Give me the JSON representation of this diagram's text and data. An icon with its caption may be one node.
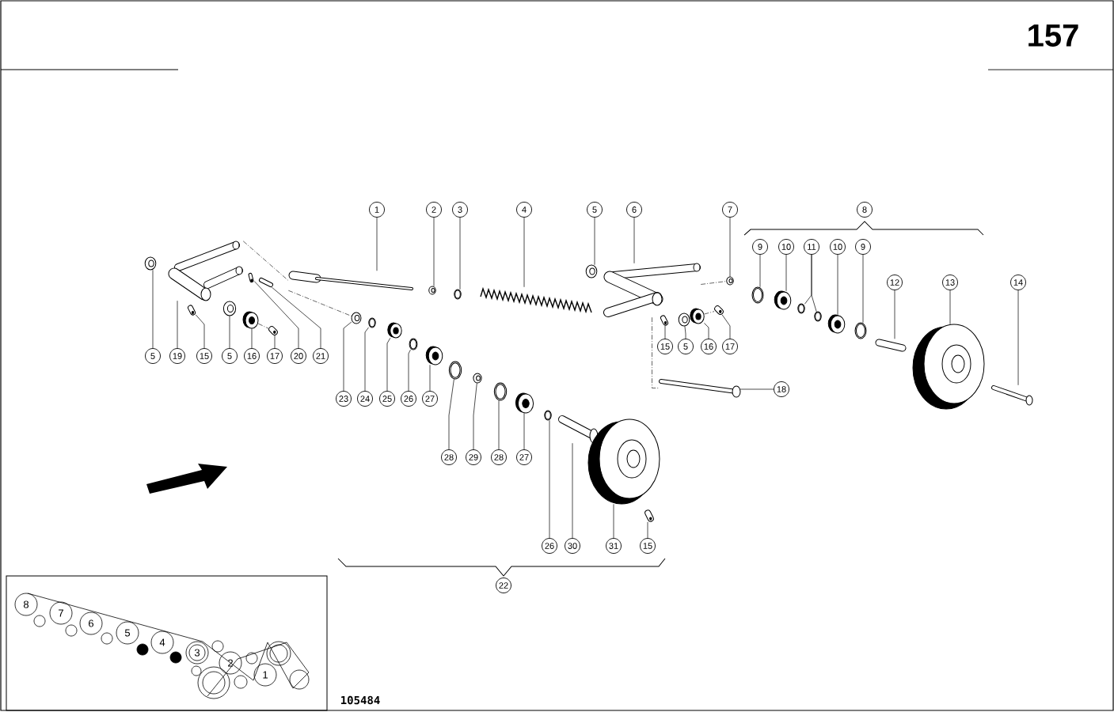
{
  "diagram": {
    "nodes": [
      {
        "text": [
          "1"
        ]
      },
      {
        "text": [
          "2"
        ]
      },
      {
        "text": [
          "3"
        ]
      },
      {
        "text": [
          "4"
        ]
      },
      {
        "text": [
          "5"
        ]
      },
      {
        "text": [
          "6"
        ]
      },
      {
        "text": [
          "7"
        ]
      },
      {
        "text": [
          "8"
        ]
      },
      {
        "text": [
          "9"
        ]
      },
      {
        "text": [
          "10"
        ]
      },
      {
        "text": [
          "11"
        ]
      },
      {
        "text": [
          "10"
        ]
      },
      {
        "text": [
          "9"
        ]
      },
      {
        "text": [
          "12"
        ]
      },
      {
        "text": [
          "13"
        ]
      },
      {
        "text": [
          "14"
        ]
      },
      {
        "text": [
          "5"
        ]
      },
      {
        "text": [
          "19"
        ]
      },
      {
        "text": [
          "15"
        ]
      },
      {
        "text": [
          "5"
        ]
      },
      {
        "text": [
          "16"
        ]
      },
      {
        "text": [
          "17"
        ]
      },
      {
        "text": [
          "20"
        ]
      },
      {
        "text": [
          "21"
        ]
      },
      {
        "text": [
          "23"
        ]
      },
      {
        "text": [
          "24"
        ]
      },
      {
        "text": [
          "25"
        ]
      },
      {
        "text": [
          "26"
        ]
      },
      {
        "text": [
          "27"
        ]
      },
      {
        "text": [
          "15"
        ]
      },
      {
        "text": [
          "5"
        ]
      },
      {
        "text": [
          "16"
        ]
      },
      {
        "text": [
          "17"
        ]
      },
      {
        "text": [
          "18"
        ]
      },
      {
        "text": [
          "28"
        ]
      },
      {
        "text": [
          "29"
        ]
      },
      {
        "text": [
          "28"
        ]
      },
      {
        "text": [
          "27"
        ]
      },
      {
        "text": [
          "26"
        ]
      },
      {
        "text": [
          "30"
        ]
      },
      {
        "text": [
          "31"
        ]
      },
      {
        "text": [
          "15"
        ]
      },
      {
        "text": [
          "22"
        ]
      },
      {
        "text": [],
        "shape": "picture"
      },
      {
        "text": [],
        "shape": "picture"
      },
      {
        "text": [],
        "shape": "picture"
      },
      {
        "text": [],
        "shape": "picture"
      },
      {
        "text": [],
        "shape": "picture"
      },
      {
        "text": [],
        "shape": "picture"
      },
      {
        "text": [],
        "shape": "picture"
      },
      {
        "text": [],
        "shape": "picture"
      },
      {
        "text": [],
        "shape": "picture"
      },
      {
        "text": [],
        "shape": "picture"
      },
      {
        "text": [],
        "shape": "picture"
      },
      {
        "text": [],
        "shape": "picture"
      },
      {
        "text": [],
        "shape": "picture"
      },
      {
        "text": [],
        "shape": "picture"
      },
      {
        "text": [],
        "shape": "picture"
      },
      {
        "text": [],
        "shape": "picture"
      },
      {
        "text": [],
        "shape": "picture"
      },
      {
        "text": [],
        "shape": "picture"
      },
      {
        "text": [],
        "shape": "picture"
      },
      {
        "text": [],
        "shape": "picture"
      },
      {
        "text": [],
        "shape": "picture"
      },
      {
        "text": [],
        "shape": "picture"
      },
      {
        "text": [],
        "shape": "picture"
      },
      {
        "text": [],
        "shape": "picture"
      },
      {
        "text": [],
        "shape": "picture"
      },
      {
        "text": [],
        "shape": "picture"
      },
      {
        "text": [],
        "shape": "picture"
      },
      {
        "text": [],
        "shape": "picture"
      },
      {
        "text": [],
        "shape": "picture"
      },
      {
        "text": [],
        "shape": "picture"
      },
      {
        "text": [],
        "shape": "picture"
      },
      {
        "text": [],
        "shape": "picture"
      },
      {
        "text": [],
        "shape": "picture"
      },
      {
        "text": [],
        "shape": "picture"
      },
      {
        "text": [],
        "shape": "picture"
      },
      {
        "text": [],
        "shape": "picture"
      },
      {
        "text": [],
        "shape": "picture"
      },
      {
        "text": [],
        "shape": "picture"
      },
      {
        "text": [],
        "shape": "picture"
      },
      {
        "text": [],
        "shape": "picture"
      },
      {
        "text": [],
        "shape": "picture"
      },
      {
        "text": [],
        "shape": "picture"
      }
    ],
    "edges": [
      {
        "from": 0,
        "to": 51,
        "arrow": "none"
      },
      {
        "from": 1,
        "to": 52,
        "arrow": "none"
      },
      {
        "from": 2,
        "to": 53,
        "arrow": "none"
      },
      {
        "from": 3,
        "to": 54,
        "arrow": "none"
      },
      {
        "from": 4,
        "to": 55,
        "arrow": "none"
      },
      {
        "from": 5,
        "to": 56,
        "arrow": "none"
      },
      {
        "from": 6,
        "to": 57,
        "arrow": "none"
      },
      {
        "from": 8,
        "to": 58,
        "arrow": "none"
      },
      {
        "from": 9,
        "to": 59,
        "arrow": "none"
      },
      {
        "from": 10,
        "to": 60,
        "arrow": "none"
      },
      {
        "from": 10,
        "to": 61,
        "arrow": "none"
      },
      {
        "from": 11,
        "to": 62,
        "arrow": "none"
      },
      {
        "from": 12,
        "to": 63,
        "arrow": "none"
      },
      {
        "from": 13,
        "to": 64,
        "arrow": "none"
      },
      {
        "from": 14,
        "to": 65,
        "arrow": "none"
      },
      {
        "from": 15,
        "to": 66,
        "arrow": "none"
      },
      {
        "from": 16,
        "to": 43,
        "arrow": "none"
      },
      {
        "from": 17,
        "to": 44,
        "arrow": "none"
      },
      {
        "from": 18,
        "to": 45,
        "arrow": "none"
      },
      {
        "from": 19,
        "to": 46,
        "arrow": "none"
      },
      {
        "from": 20,
        "to": 47,
        "arrow": "none"
      },
      {
        "from": 21,
        "to": 48,
        "arrow": "none"
      },
      {
        "from": 22,
        "to": 49,
        "arrow": "none"
      },
      {
        "from": 23,
        "to": 50,
        "arrow": "none"
      },
      {
        "from": 24,
        "to": 72,
        "arrow": "none"
      },
      {
        "from": 25,
        "to": 73,
        "arrow": "none"
      },
      {
        "from": 26,
        "to": 74,
        "arrow": "none"
      },
      {
        "from": 27,
        "to": 75,
        "arrow": "none"
      },
      {
        "from": 28,
        "to": 76,
        "arrow": "none"
      },
      {
        "from": 29,
        "to": 67,
        "arrow": "none"
      },
      {
        "from": 30,
        "to": 68,
        "arrow": "none"
      },
      {
        "from": 31,
        "to": 69,
        "arrow": "none"
      },
      {
        "from": 32,
        "to": 70,
        "arrow": "none"
      },
      {
        "from": 33,
        "to": 71,
        "arrow": "none"
      },
      {
        "from": 34,
        "to": 77,
        "arrow": "none"
      },
      {
        "from": 35,
        "to": 78,
        "arrow": "none"
      },
      {
        "from": 36,
        "to": 79,
        "arrow": "none"
      },
      {
        "from": 37,
        "to": 80,
        "arrow": "none"
      },
      {
        "from": 38,
        "to": 81,
        "arrow": "none"
      },
      {
        "from": 39,
        "to": 82,
        "arrow": "none"
      },
      {
        "from": 40,
        "to": 83,
        "arrow": "none"
      },
      {
        "from": 41,
        "to": 84,
        "arrow": "none"
      },
      {
        "from": 44,
        "to": 51,
        "arrow": "none",
        "style": "dashed"
      },
      {
        "from": 51,
        "to": 72,
        "arrow": "none",
        "style": "dashed"
      },
      {
        "from": 47,
        "to": 48,
        "arrow": "none",
        "style": "dashed"
      },
      {
        "from": 56,
        "to": 57,
        "arrow": "none",
        "style": "dashed"
      },
      {
        "from": 69,
        "to": 70,
        "arrow": "none",
        "style": "dashed"
      },
      {
        "from": 56,
        "to": 71,
        "arrow": "none",
        "style": "dashed"
      }
    ],
    "labels": [
      "157",
      "105484",
      "8",
      "7",
      "6",
      "5",
      "4",
      "3",
      "2",
      "1"
    ]
  }
}
